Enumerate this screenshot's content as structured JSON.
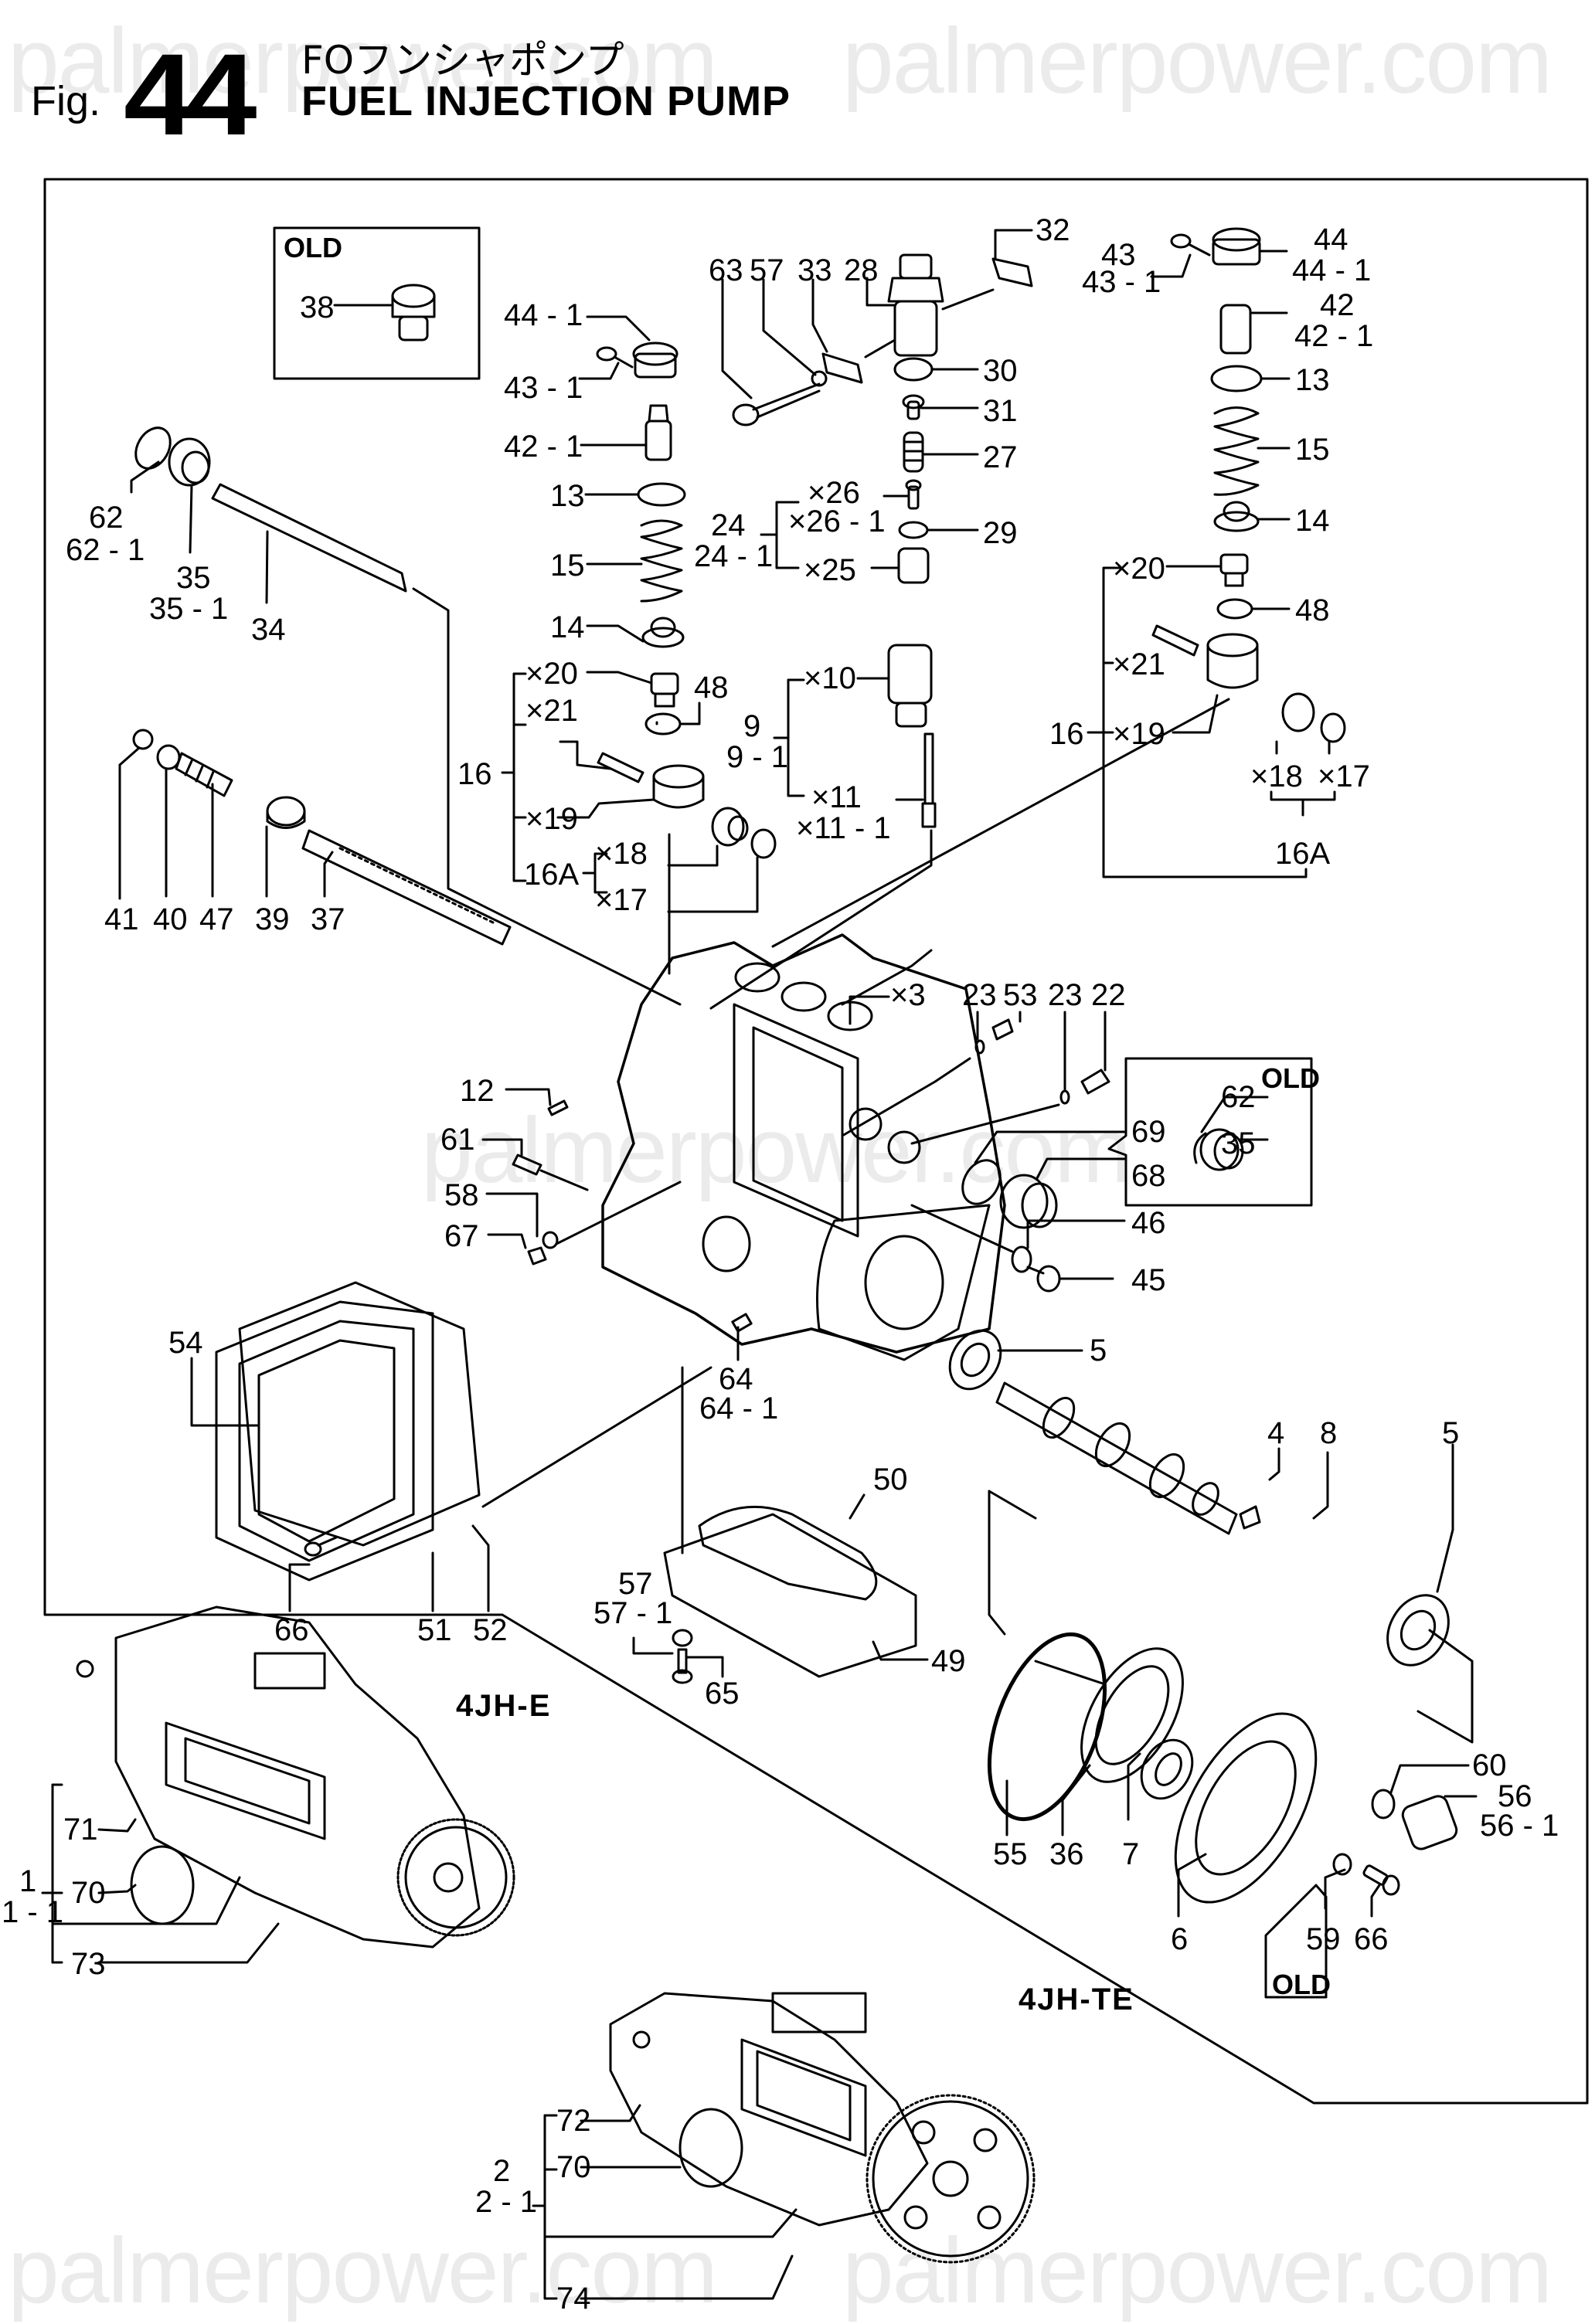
{
  "header": {
    "fig_prefix": "Fig.",
    "fig_number": "44",
    "title_jp": "FOフンシャポンプ",
    "title_en": "FUEL INJECTION PUMP"
  },
  "watermark": "palmerpower.com",
  "old_label": "OLD",
  "models": {
    "upper": "4JH-E",
    "lower": "4JH-TE"
  },
  "callouts": {
    "p38": "38",
    "p44_1a": "44 - 1",
    "p43_1a": "43 - 1",
    "p42_1a": "42 - 1",
    "p13a": "13",
    "p15a": "15",
    "p14a": "14",
    "p62": "62",
    "p62_1": "62 - 1",
    "p35": "35",
    "p35_1": "35 - 1",
    "p34": "34",
    "p63": "63",
    "p57a": "57",
    "p33": "33",
    "p28": "28",
    "p32": "32",
    "p30": "30",
    "p31": "31",
    "p27": "27",
    "p26": "×26",
    "p26_1": "×26 - 1",
    "p24": "24",
    "p24_1": "24 - 1",
    "p25": "×25",
    "p29": "29",
    "p43": "43",
    "p43_1": "43 - 1",
    "p44": "44",
    "p44_1": "44 - 1",
    "p42": "42",
    "p42_1": "42 - 1",
    "p13b": "13",
    "p15b": "15",
    "p14b": "14",
    "p20b": "×20",
    "p48b": "48",
    "p21b": "×21",
    "p16b": "16",
    "p19b": "×19",
    "p18b": "×18",
    "p17b": "×17",
    "p16Ab": "16A",
    "p20a": "×20",
    "p48a": "48",
    "p21a": "×21",
    "p16a": "16",
    "p19a": "×19",
    "p16Aa": "16A",
    "p18a": "×18",
    "p17a": "×17",
    "p10": "×10",
    "p9": "9",
    "p9_1": "9 - 1",
    "p11": "×11",
    "p11_1": "×11 - 1",
    "p41": "41",
    "p40": "40",
    "p47": "47",
    "p39": "39",
    "p37": "37",
    "p3": "×3",
    "p23a": "23",
    "p53": "53",
    "p23b": "23",
    "p22": "22",
    "p12": "12",
    "p61": "61",
    "p58": "58",
    "p67": "67",
    "p69": "69",
    "p68": "68",
    "p46": "46",
    "p45": "45",
    "p62o": "62",
    "p35o": "35",
    "p5a": "5",
    "p4": "4",
    "p8": "8",
    "p5b": "5",
    "p64": "64",
    "p64_1": "64 - 1",
    "p54": "54",
    "p66a": "66",
    "p51": "51",
    "p52": "52",
    "p50": "50",
    "p57b": "57",
    "p57_1": "57 - 1",
    "p65": "65",
    "p49": "49",
    "p55": "55",
    "p36": "36",
    "p7": "7",
    "p6": "6",
    "p59": "59",
    "p66b": "66",
    "p60": "60",
    "p56": "56",
    "p56_1": "56 - 1",
    "p71": "71",
    "p1": "1",
    "p1_1": "1 - 1",
    "p70a": "70",
    "p73": "73",
    "p72": "72",
    "p2": "2",
    "p2_1": "2 - 1",
    "p70b": "70",
    "p74": "74"
  }
}
